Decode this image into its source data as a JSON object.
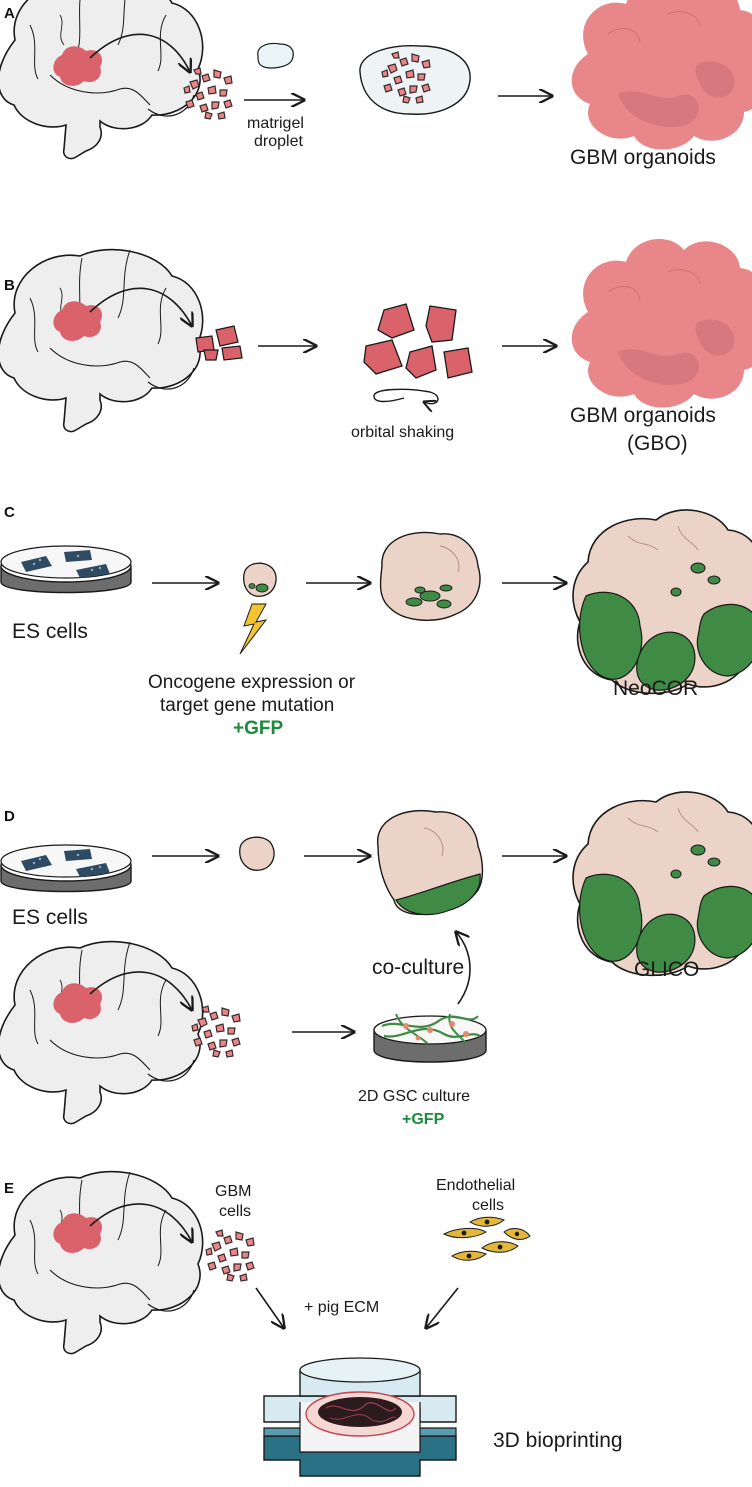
{
  "panels": {
    "a": {
      "letter": "A",
      "matrigel": [
        "matrigel",
        "droplet"
      ],
      "result": "GBM organoids"
    },
    "b": {
      "letter": "B",
      "shaking": "orbital shaking",
      "result": "GBM organoids",
      "result_abbr": "(GBO)"
    },
    "c": {
      "letter": "C",
      "source": "ES cells",
      "manipulation": [
        "Oncogene expression or",
        "target gene mutation"
      ],
      "marker": "+GFP",
      "result": "NeoCOR"
    },
    "d": {
      "letter": "D",
      "source": "ES cells",
      "coculture": "co-culture",
      "gsc": "2D GSC culture",
      "marker": "+GFP",
      "result": "GLICO"
    },
    "e": {
      "letter": "E",
      "gbm_cells": [
        "GBM",
        "cells"
      ],
      "endothelial": [
        "Endothelial",
        "cells"
      ],
      "ecm": "+ pig ECM",
      "result": "3D bioprinting"
    }
  },
  "colors": {
    "tumor": "#d9626b",
    "tumor_dark": "#c2454f",
    "organoid": "#e8868a",
    "brain": "#eeeeee",
    "tissue": "#ecd3c8",
    "gfp": "#3f8a45",
    "dish_dark": "#6d6d6d",
    "cell_blue": "#2f4a63",
    "bioprinter_light": "#d7eaf1",
    "bioprinter_dark": "#2b7185",
    "lightning": "#f4c430",
    "endothelial": "#e3b73a"
  }
}
